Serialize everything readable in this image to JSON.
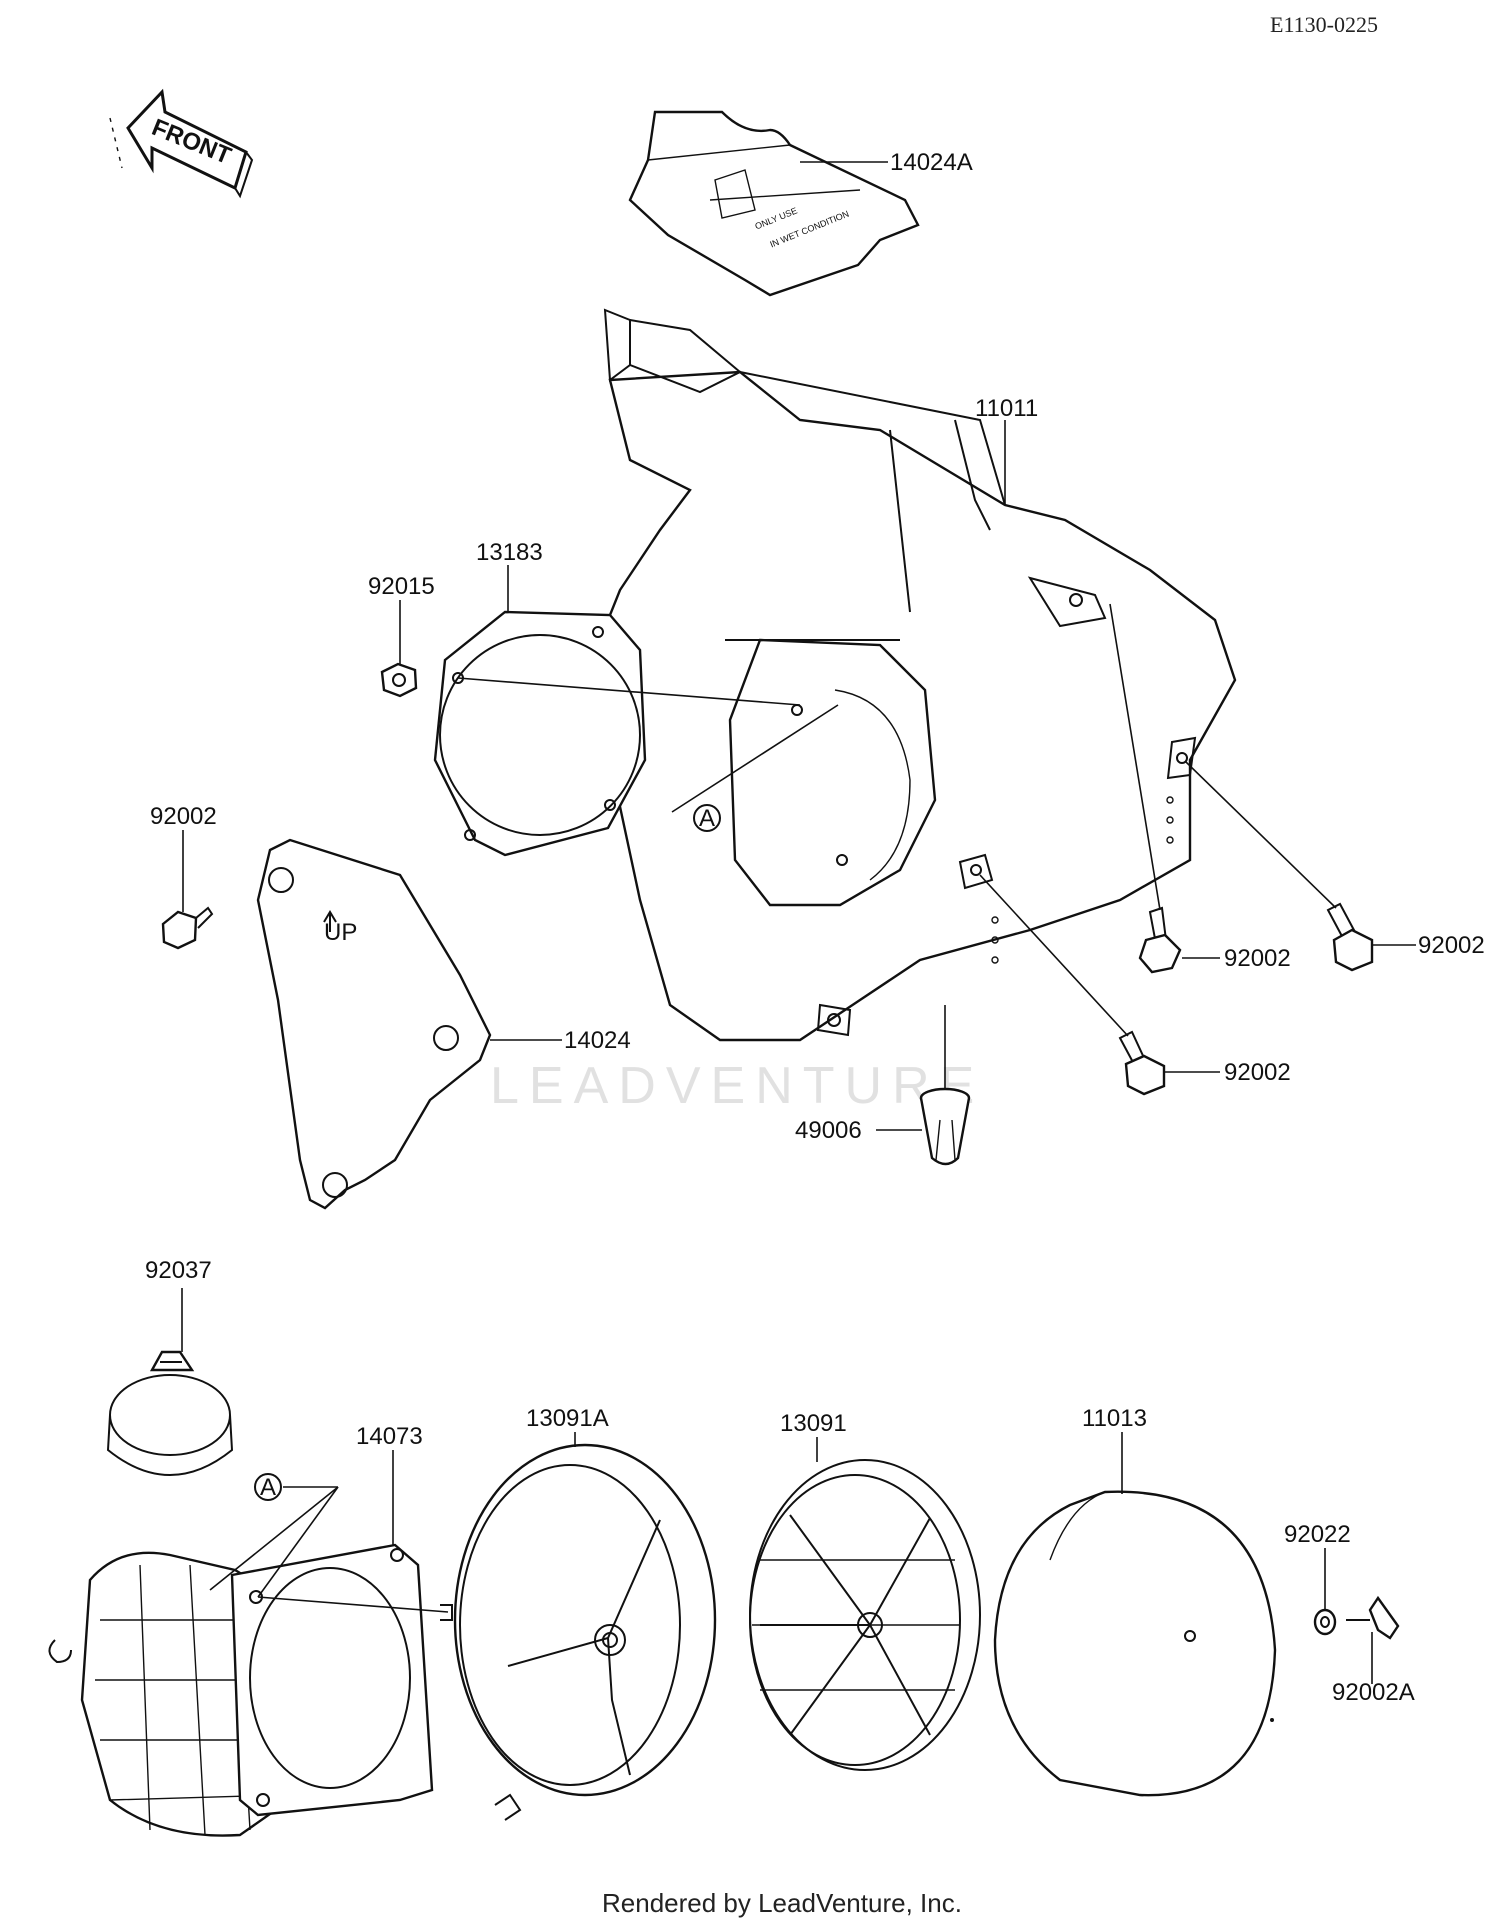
{
  "diagram_code": "E1130-0225",
  "front_label": "FRONT",
  "up_label": "UP",
  "ref_marker": "A",
  "decal_text": [
    "ONLY USE",
    "IN WET CONDITION"
  ],
  "footer": "Rendered by LeadVenture, Inc.",
  "watermark": "LEADVENTURE",
  "parts": {
    "p14024A": "14024A",
    "p11011": "11011",
    "p13183": "13183",
    "p92015": "92015",
    "p92002_left": "92002",
    "p14024": "14024",
    "p92002_mid": "92002",
    "p92002_right": "92002",
    "p92002_low": "92002",
    "p49006": "49006",
    "p92037": "92037",
    "p14073": "14073",
    "p13091A": "13091A",
    "p13091": "13091",
    "p11013": "11013",
    "p92022": "92022",
    "p92002A": "92002A"
  }
}
